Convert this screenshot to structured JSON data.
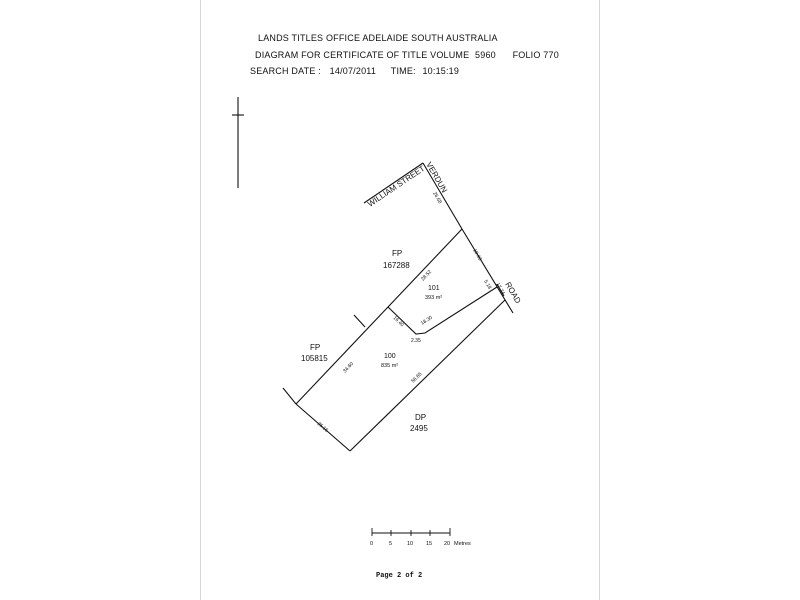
{
  "header": {
    "office": "LANDS TITLES OFFICE ADELAIDE  SOUTH AUSTRALIA",
    "diagram_label": "DIAGRAM FOR CERTIFICATE OF TITLE VOLUME",
    "volume": "5960",
    "folio_label": "FOLIO",
    "folio": "770",
    "search_date_label": "SEARCH DATE :",
    "search_date": "14/07/2011",
    "time_label": "TIME:",
    "time": "10:15:19"
  },
  "streets": {
    "william_street": "WILLIAM STREET",
    "verdun": "VERDUN",
    "road": "ROAD"
  },
  "parcels": {
    "fp_top_label": "FP",
    "fp_top_number": "167288",
    "fp_left_label": "FP",
    "fp_left_number": "105815",
    "dp_label": "DP",
    "dp_number": "2495",
    "lot_101": "101",
    "lot_101_area": "393 m²",
    "lot_100": "100",
    "lot_100_area": "835 m²"
  },
  "dimensions": {
    "verdun_frontage": "26.68",
    "road_upper": "10.93",
    "road_lower": "5.18",
    "road_splay": "17.74",
    "lot101_north": "28.52",
    "lot101_south": "18.30",
    "lot101_west": "16.40",
    "lot101_jog": "2.35",
    "lot100_west": "34.60",
    "lot100_south": "56.65",
    "lot100_sw": "25.16"
  },
  "scale_bar": {
    "ticks": [
      "0",
      "5",
      "10",
      "15",
      "20"
    ],
    "unit": "Metres"
  },
  "footer": {
    "page": "Page 2 of 2"
  }
}
